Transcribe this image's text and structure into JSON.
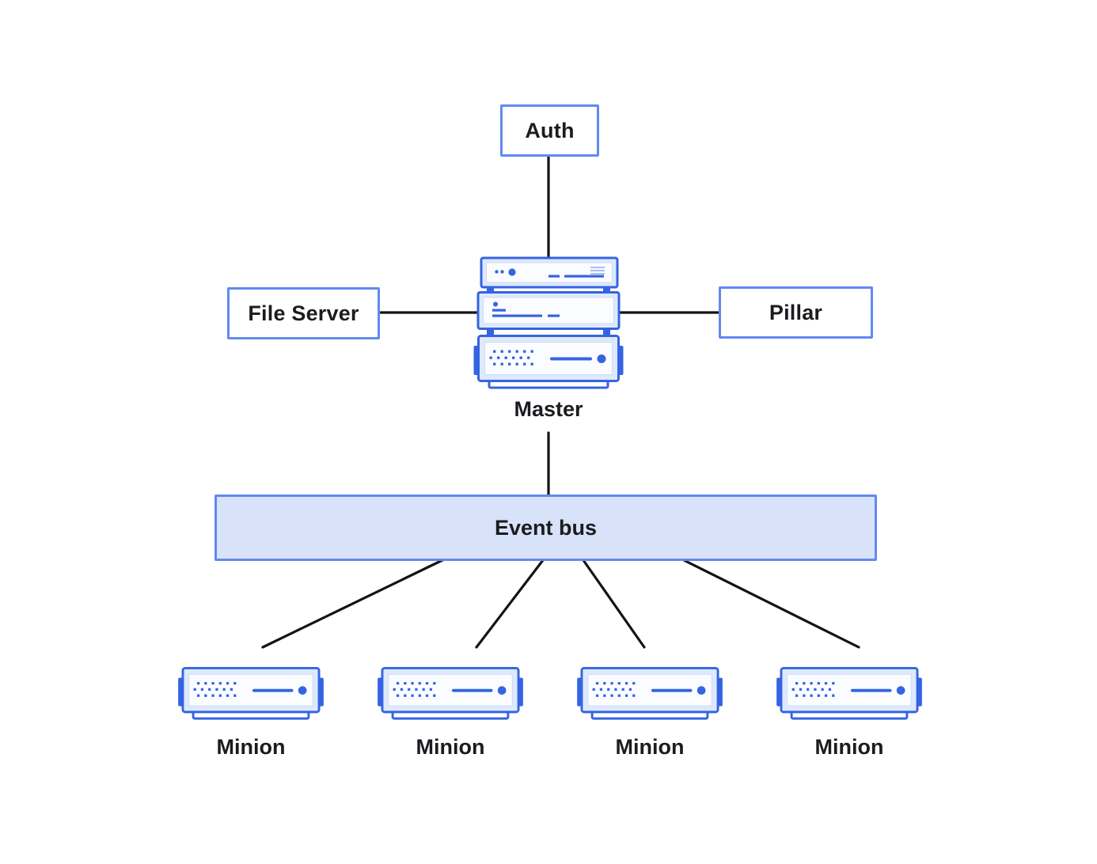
{
  "colors": {
    "accent": "#3564E2",
    "box_border": "#6189F0",
    "box_fill": "#FFFFFF",
    "icon_fill": "#DFE9FC",
    "icon_panel": "#FAFCFF",
    "icon_panel_stroke": "#CCDCF8",
    "icon_line_light": "#A6BEF5",
    "bus_fill": "#D8E2F8",
    "wire": "#141414",
    "text": "#1A1C1F",
    "background": "#FFFFFF"
  },
  "nodes": {
    "auth": {
      "label": "Auth"
    },
    "file_server": {
      "label": "File Server"
    },
    "pillar": {
      "label": "Pillar"
    },
    "master": {
      "label": "Master",
      "icon": "server-stack-icon"
    },
    "event_bus": {
      "label": "Event bus"
    }
  },
  "minions": {
    "items": [
      {
        "label": "Minion",
        "icon": "server-icon"
      },
      {
        "label": "Minion",
        "icon": "server-icon"
      },
      {
        "label": "Minion",
        "icon": "server-icon"
      },
      {
        "label": "Minion",
        "icon": "server-icon"
      }
    ]
  }
}
